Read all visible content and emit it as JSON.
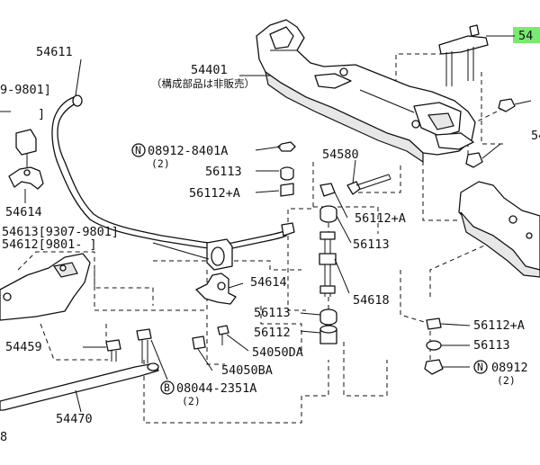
{
  "callouts": {
    "c54611": "54611",
    "c54401": "54401",
    "c54401_note": "（構成部品は非販売）",
    "c9801_top": "9-9801]",
    "c54580": "54580",
    "c08912_8401a": "08912-8401A",
    "c08912_qty": "(2)",
    "c08912_prefix": "N",
    "c56113_a": "56113",
    "c56112a_a": "56112+A",
    "c56112a_b": "56112+A",
    "c56113_b": "56113",
    "c54614_left": "54614",
    "c54613": "54613[9307-9801]",
    "c54612": "54612[9801-    ]",
    "c54614_mid": "54614",
    "c54618": "54618",
    "c56113_c": "56113",
    "c56112": "56112",
    "c54050da": "54050DA",
    "c54050ba": "54050BA",
    "c54459": "54459",
    "c08044": "08044-2351A",
    "c08044_prefix": "B",
    "c08044_qty": "(2)",
    "c54470": "54470",
    "c56112a_c": "56112+A",
    "c56113_d": "56113",
    "c08912_right": "08912",
    "c08912_right_prefix": "N",
    "c08912_right_qty": "(2)",
    "c54_highlight": "54",
    "c54_right": "54",
    "edge_8": "8"
  },
  "colors": {
    "highlight": "#79ea6f",
    "line": "#111111",
    "background": "#ffffff"
  }
}
